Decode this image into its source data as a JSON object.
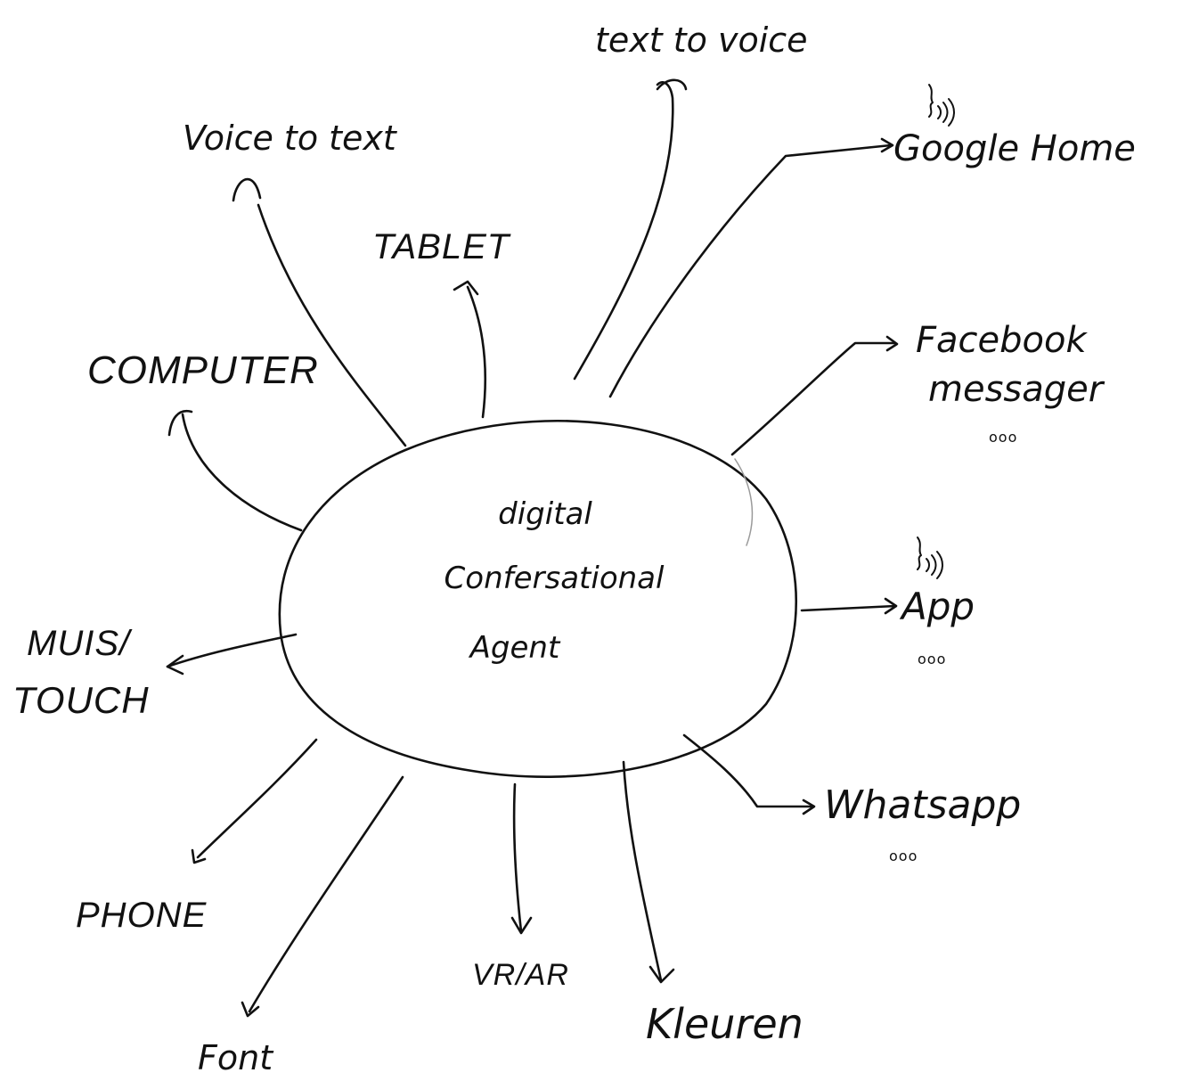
{
  "center": {
    "lines": [
      "digital",
      "Confersational",
      "Agent"
    ]
  },
  "nodes": {
    "text_to_voice": "text to voice",
    "voice_to_text": "Voice to text",
    "tablet": "TABLET",
    "computer": "COMPUTER",
    "google_home": "Google Home",
    "facebook_line1": "Facebook",
    "facebook_line2": "messager",
    "facebook_more": "ooo",
    "app": "App",
    "app_more": "ooo",
    "muis_line1": "MUIS/",
    "muis_line2": "TOUCH",
    "whatsapp": "Whatsapp",
    "whatsapp_more": "ooo",
    "phone": "PHONE",
    "font": "Font",
    "vr_ar": "VR/AR",
    "kleuren": "Kleuren"
  },
  "icons": [
    "speaker-icon",
    "speaker-icon"
  ]
}
